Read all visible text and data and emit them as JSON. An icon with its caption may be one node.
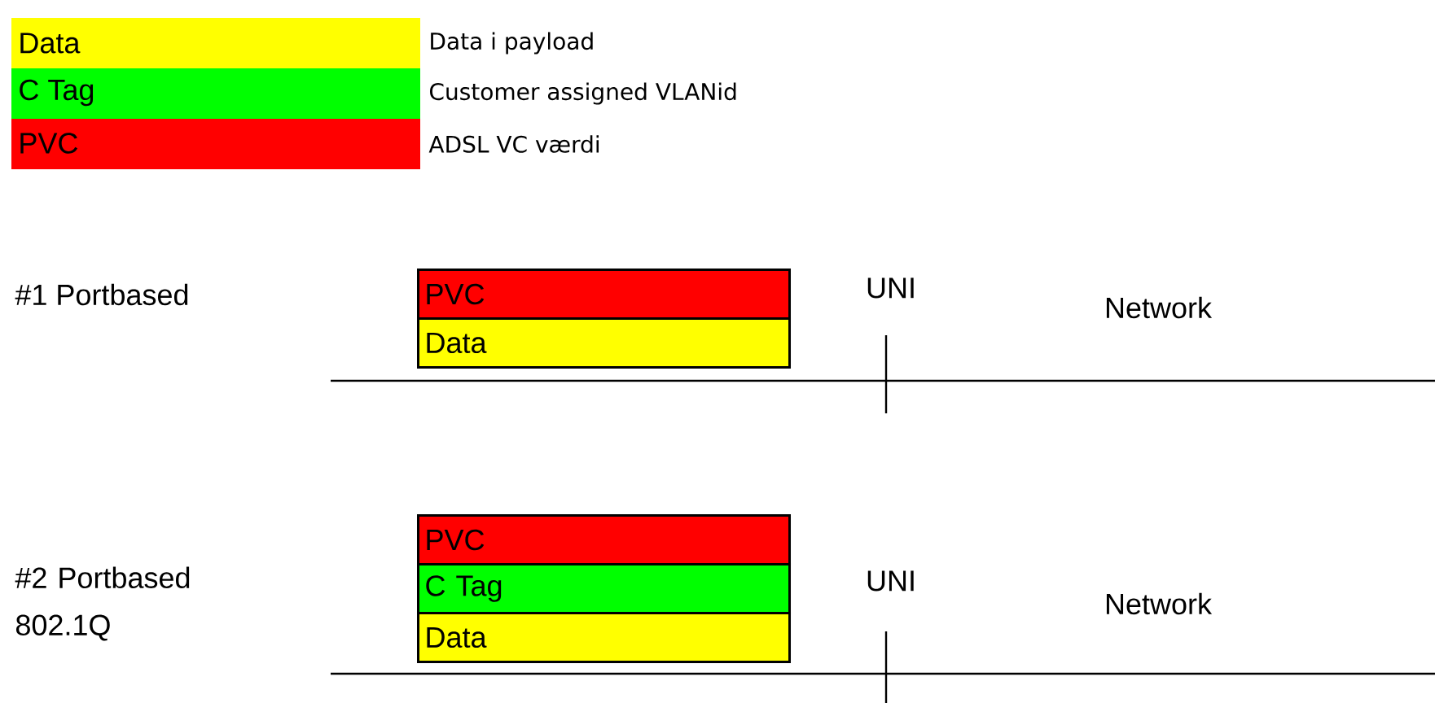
{
  "diagram": {
    "nodes": [
      {
        "text": [
          "PVC"
        ]
      },
      {
        "text": [
          "Data"
        ]
      },
      {
        "text": [
          "PVC"
        ]
      },
      {
        "text": [
          "C Tag"
        ]
      },
      {
        "text": [
          "Data"
        ]
      }
    ],
    "labels": [
      "Data",
      "C Tag",
      "PVC",
      "#1 Portbased",
      "UNI",
      "Network",
      "#2 Portbased 802.1Q",
      "UNI",
      "Network"
    ],
    "legend": [
      {
        "text": "Data i payload",
        "color": "#ffff00"
      },
      {
        "text": "Customer assigned VLANid",
        "color": "#00ff00"
      },
      {
        "text": "ADSL VC værdi",
        "color": "#ff0000"
      }
    ]
  }
}
